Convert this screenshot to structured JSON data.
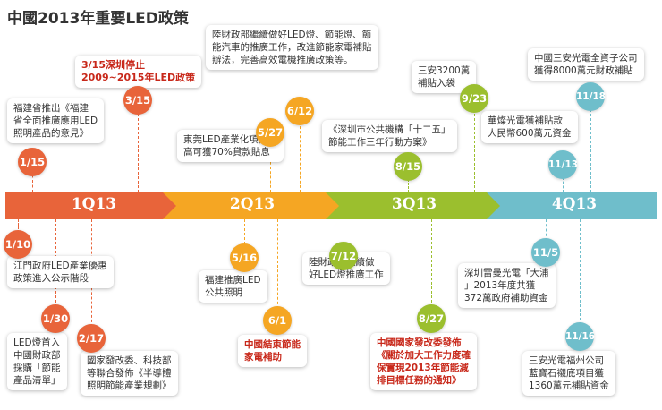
{
  "title": "中國2013年重要LED政策",
  "quarters": [
    {
      "label": "1Q13",
      "color": "#e8643a"
    },
    {
      "label": "2Q13",
      "color": "#f5a623"
    },
    {
      "label": "3Q13",
      "color": "#9bbf2e"
    },
    {
      "label": "4Q13",
      "color": "#6fbecb"
    }
  ],
  "events": [
    {
      "date": "1/15",
      "color": "#e8643a",
      "red": false,
      "lines": [
        "福建省推出《福建",
        "省全面推廣應用LED",
        "照明產品的意見》"
      ]
    },
    {
      "date": "3/15",
      "color": "#e8643a",
      "red": true,
      "lines": [
        "3/15深圳停止",
        "2009~2015年LED政策"
      ]
    },
    {
      "date": "5/27",
      "color": "#f5a623",
      "red": false,
      "lines": [
        "東莞LED產業化項目最",
        "高可獲70%貸款貼息"
      ]
    },
    {
      "date": "6/12",
      "color": "#f5a623",
      "red": false,
      "lines": [
        "陸財政部繼續做好LED燈、節能燈、節",
        "能汽車的推廣工作，改進節能家電補貼",
        "辦法，完善高效電機推廣政策等。"
      ]
    },
    {
      "date": "8/15",
      "color": "#9bbf2e",
      "red": false,
      "lines": [
        "《深圳市公共機構「十二五」",
        "節能工作三年行動方案》"
      ]
    },
    {
      "date": "9/23",
      "color": "#9bbf2e",
      "red": false,
      "lines": [
        "三安3200萬",
        "補貼入袋"
      ]
    },
    {
      "date": "11/13",
      "color": "#6fbecb",
      "red": false,
      "lines": [
        "華燦光電獲補貼款",
        "人民幣600萬元資金"
      ]
    },
    {
      "date": "11/18",
      "color": "#6fbecb",
      "red": false,
      "lines": [
        "中國三安光電全資子公司",
        "獲得8000萬元財政補貼"
      ]
    },
    {
      "date": "1/10",
      "color": "#e8643a",
      "red": false,
      "lines": [
        "江門政府LED產業優惠",
        "政策進入公示階段"
      ]
    },
    {
      "date": "1/30",
      "color": "#e8643a",
      "red": false,
      "lines": [
        "LED燈首入",
        "中國財政部",
        "採購「節能",
        "產品清單」"
      ]
    },
    {
      "date": "2/17",
      "color": "#e8643a",
      "red": false,
      "lines": [
        "國家發改委、科技部",
        "等聯合發佈《半導體",
        "照明節能產業規劃》"
      ]
    },
    {
      "date": "5/16",
      "color": "#f5a623",
      "red": false,
      "lines": [
        "福建推廣LED",
        "公共照明"
      ]
    },
    {
      "date": "6/1",
      "color": "#f5a623",
      "red": true,
      "lines": [
        "中國結束節能",
        "家電補助"
      ]
    },
    {
      "date": "7/12",
      "color": "#9bbf2e",
      "red": false,
      "lines": [
        "陸財政部繼續做",
        "好LED燈推廣工作"
      ]
    },
    {
      "date": "8/27",
      "color": "#9bbf2e",
      "red": true,
      "lines": [
        "中國國家發改委發佈",
        "《關於加大工作力度確",
        "保實現2013年節能減",
        "排目標任務的通知》"
      ]
    },
    {
      "date": "11/5",
      "color": "#6fbecb",
      "red": false,
      "lines": [
        "深圳雷曼光電「大浦",
        "」2013年度共獲",
        "372萬政府補助資金"
      ]
    },
    {
      "date": "11/16",
      "color": "#6fbecb",
      "red": false,
      "lines": [
        "三安光電福州公司",
        "藍寶石襯底項目獲",
        "1360萬元補貼資金"
      ]
    }
  ]
}
